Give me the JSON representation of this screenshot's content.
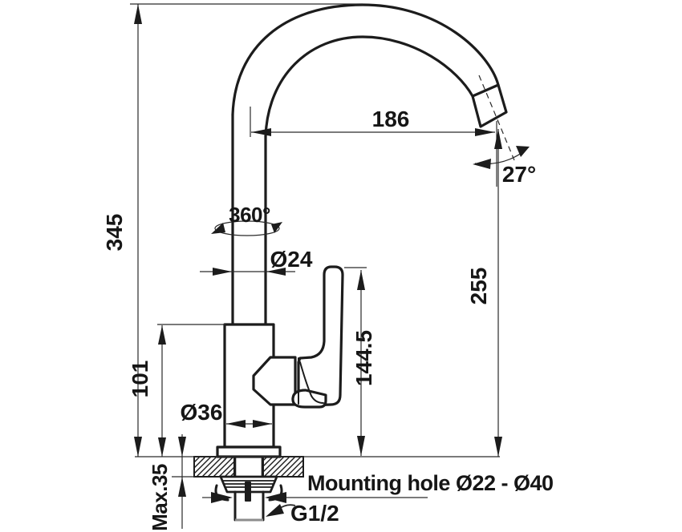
{
  "figure": {
    "background": "#ffffff",
    "line_color": "#1c1c1c"
  },
  "labels": {
    "overall_height": "345",
    "spout_reach": "186",
    "spout_angle": "27°",
    "swivel_range": "360°",
    "pipe_diameter": "Ø24",
    "outlet_height": "255",
    "handle_top_height": "144.5",
    "body_height": "101",
    "body_diameter": "Ø36",
    "max_worktop_thickness": "Max.35",
    "mounting_hole_note": "Mounting hole Ø22 - Ø40",
    "thread_size": "G1/2"
  }
}
